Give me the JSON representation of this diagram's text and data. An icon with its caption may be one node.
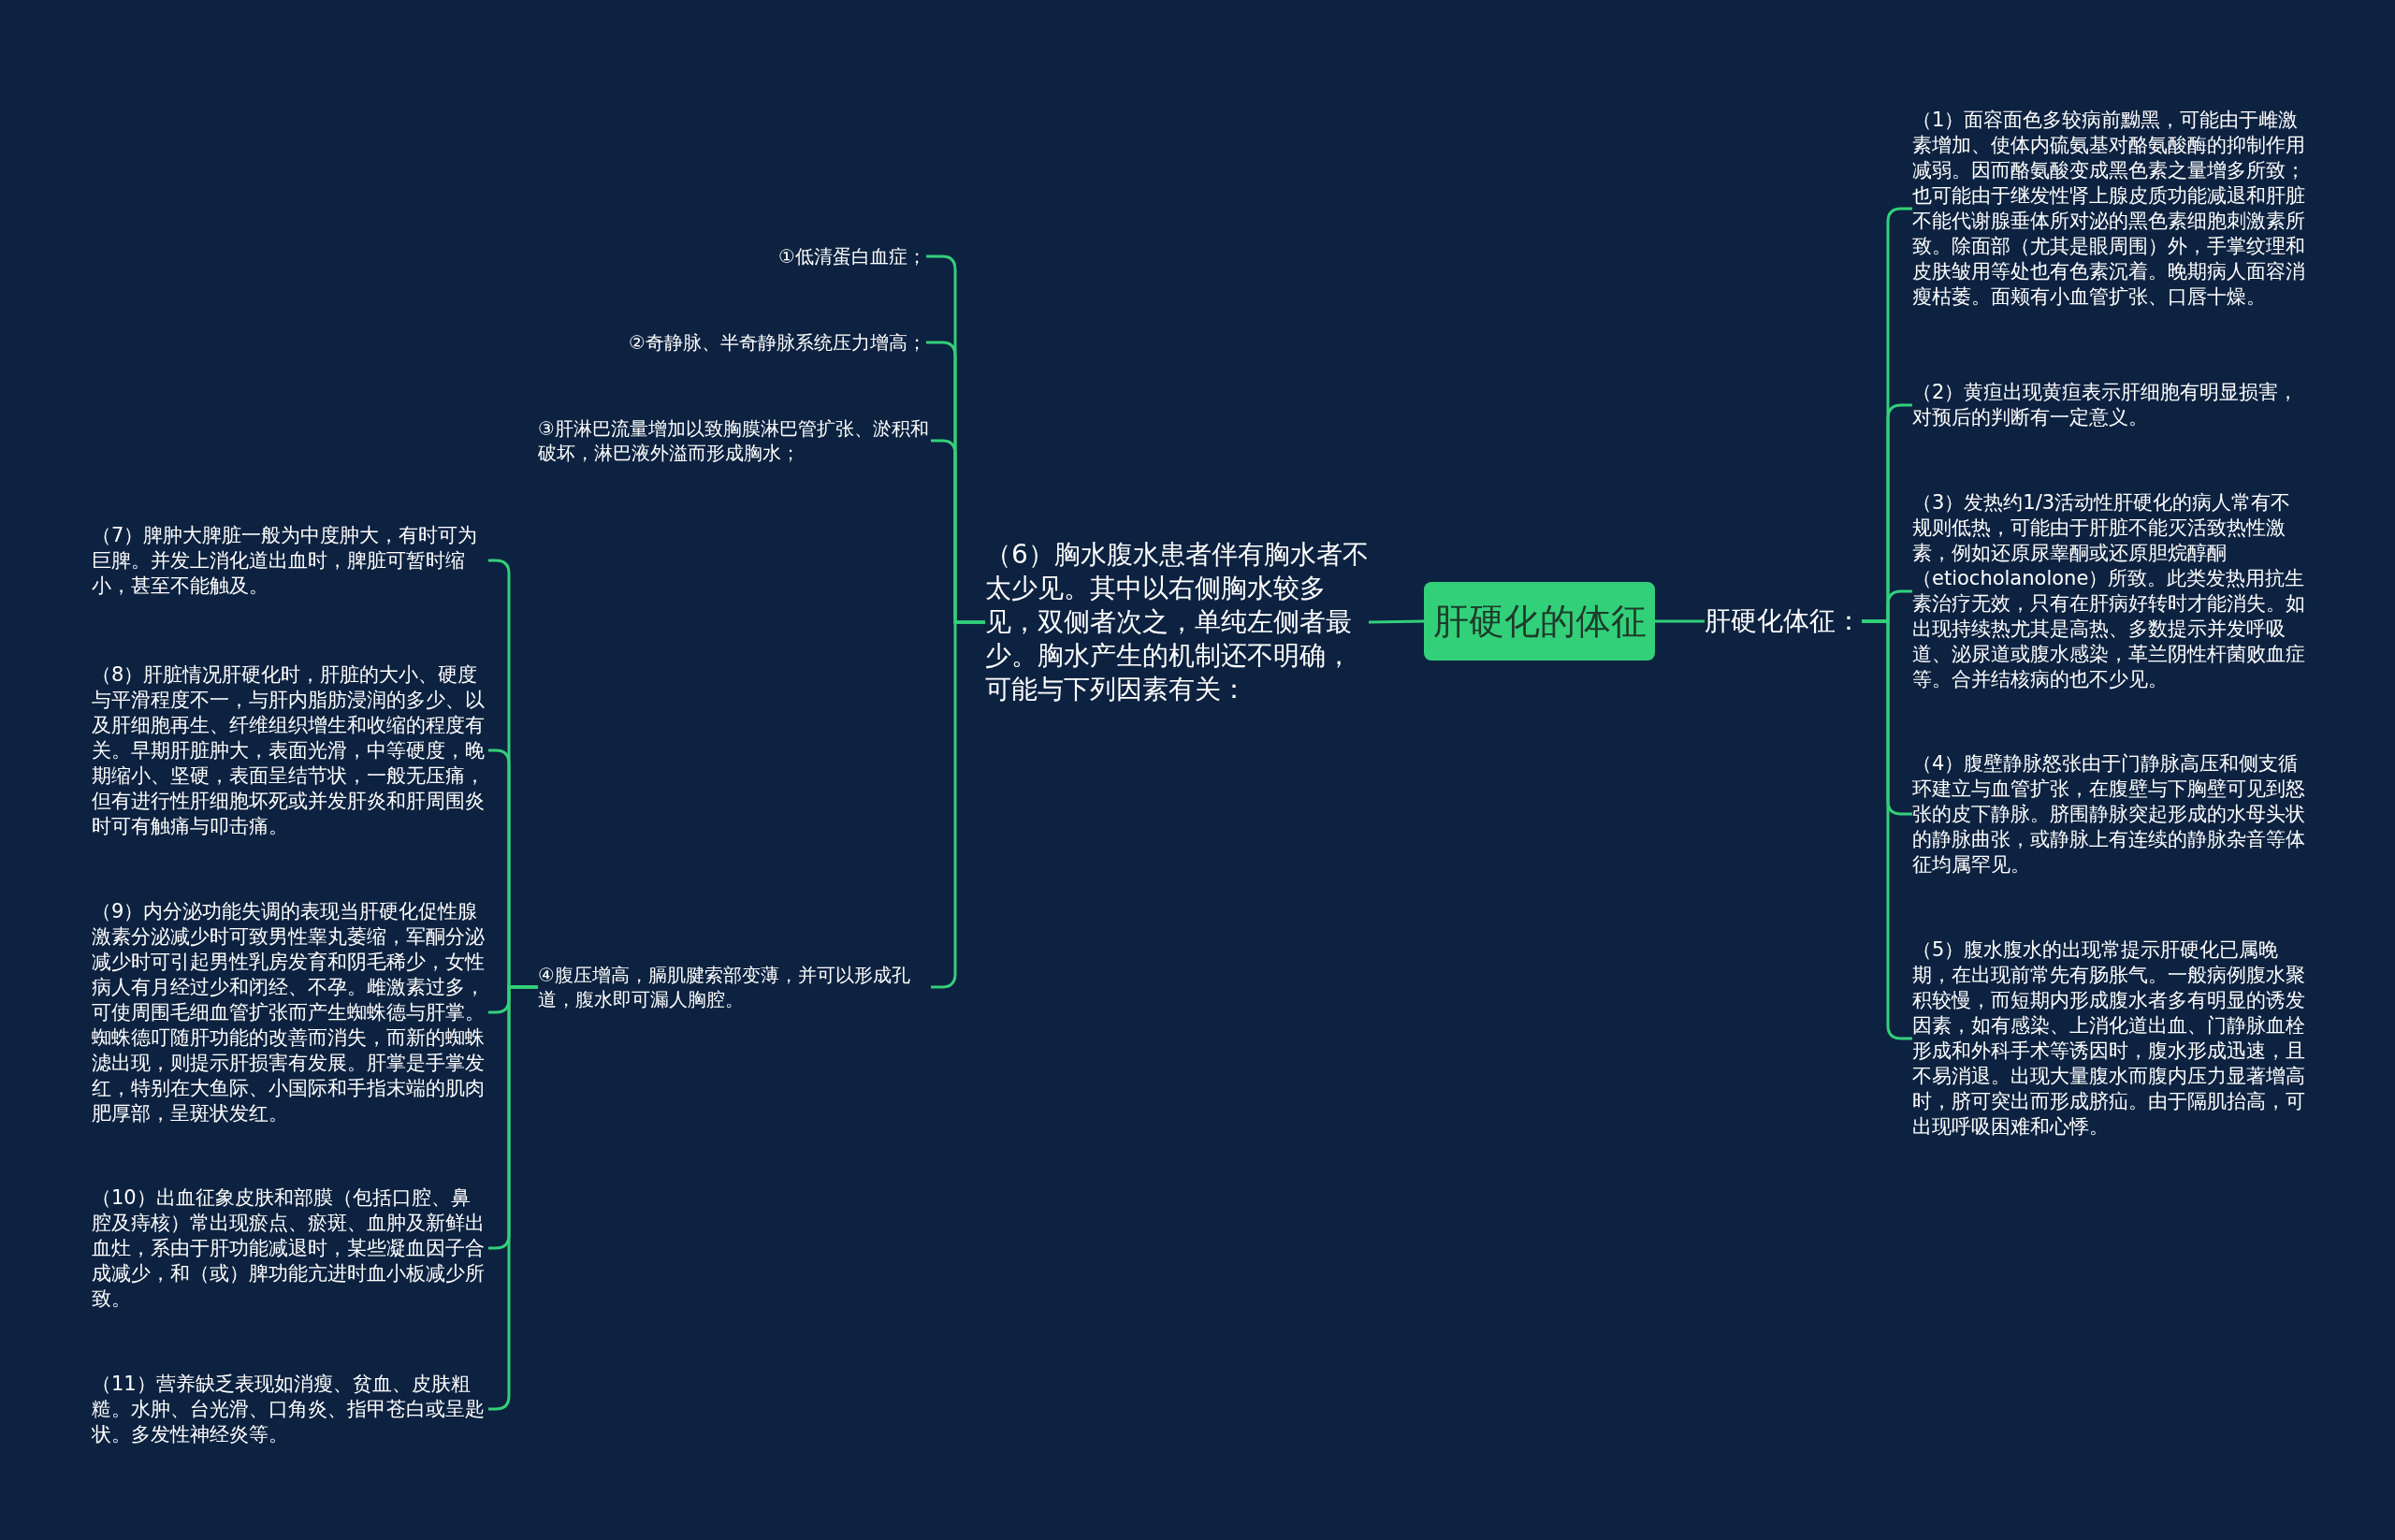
{
  "diagram": {
    "nodes": [
      {
        "text": [
          "肝硬化的体征"
        ]
      },
      {
        "text": [
          "肝硬化体征："
        ]
      },
      {
        "text": [
          "（1）面容面色多较病前黝黑，可能由于雌激素增加、使体内硫氨基对酪氨酸酶的抑制作用减弱。因而酪氨酸变成黑色素之量增多所致；也可能由于继发性肾上腺皮质功能减退和肝脏不能代谢腺垂体所对泌的黑色素细胞刺激素所致。除面部（尤其是眼周围）外，手掌纹理和皮肤皱用等处也有色素沉着。晚期病人面容消瘦枯萎。面颊有小血管扩张、口唇十燥。"
        ]
      },
      {
        "text": [
          "（2）黄疸出现黄疸表示肝细胞有明显损害，对预后的判断有一定意义。"
        ]
      },
      {
        "text": [
          "（3）发热约1/3活动性肝硬化的病人常有不规则低热，可能由于肝脏不能灭活致热性激素，例如还原尿睾酮或还原胆烷醇酮（etiocholanolone）所致。此类发热用抗生素治疗无效，只有在肝病好转时才能消失。如出现持续热尤其是高热、多数提示并发呼吸道、泌尿道或腹水感染，革兰阴性杆菌败血症等。合并结核病的也不少见。"
        ]
      },
      {
        "text": [
          "（4）腹壁静脉怒张由于门静脉高压和侧支循环建立与血管扩张，在腹壁与下胸壁可见到怒张的皮下静脉。脐围静脉突起形成的水母头状的静脉曲张，或静脉上有连续的静脉杂音等体征均属罕见。"
        ]
      },
      {
        "text": [
          "（5）腹水腹水的出现常提示肝硬化已属晚期，在出现前常先有肠胀气。一般病例腹水聚积较慢，而短期内形成腹水者多有明显的诱发因素，如有感染、上消化道出血、门静脉血栓形成和外科手术等诱因时，腹水形成迅速，且不易消退。出现大量腹水而腹内压力显著增高时，脐可突出而形成脐疝。由于隔肌抬高，可出现呼吸困难和心悸。"
        ]
      },
      {
        "text": [
          "（6）胸水腹水患者伴有胸水者不太少见。其中以右侧胸水较多见，双侧者次之，单纯左侧者最少。胸水产生的机制还不明确，可能与下列因素有关："
        ]
      },
      {
        "text": [
          "①低清蛋白血症；"
        ]
      },
      {
        "text": [
          "②奇静脉、半奇静脉系统压力增高；"
        ]
      },
      {
        "text": [
          "③肝淋巴流量增加以致胸膜淋巴管扩张、淤积和破坏，淋巴液外溢而形成胸水；"
        ]
      },
      {
        "text": [
          "④腹压增高，膈肌腱索部变薄，并可以形成孔道，腹水即可漏人胸腔。"
        ]
      },
      {
        "text": [
          "（7）脾肿大脾脏一般为中度肿大，有时可为巨脾。并发上消化道出血时，脾脏可暂时缩小，甚至不能触及。"
        ]
      },
      {
        "text": [
          "（8）肝脏情况肝硬化时，肝脏的大小、硬度与平滑程度不一，与肝内脂肪浸润的多少、以及肝细胞再生、纤维组织增生和收缩的程度有关。早期肝脏肿大，表面光滑，中等硬度，晚期缩小、坚硬，表面呈结节状，一般无压痛，但有进行性肝细胞坏死或并发肝炎和肝周围炎时可有触痛与叩击痛。"
        ]
      },
      {
        "text": [
          "（9）内分泌功能失调的表现当肝硬化促性腺激素分泌减少时可致男性睾丸萎缩，军酮分泌减少时可引起男性乳房发育和阴毛稀少，女性病人有月经过少和闭经、不孕。雌激素过多，可使周围毛细血管扩张而产生蜘蛛德与肝掌。蜘蛛德叮随肝功能的改善而消失，而新的蜘蛛滤出现，则提示肝损害有发展。肝掌是手掌发红，特别在大鱼际、小国际和手指末端的肌肉肥厚部，呈斑状发红。"
        ]
      },
      {
        "text": [
          "（10）出血征象皮肤和部膜（包括口腔、鼻腔及痔核）常出现瘀点、瘀斑、血肿及新鲜出血灶，系由于肝功能减退时，某些凝血因子合成减少，和（或）脾功能亢进时血小板减少所致。"
        ]
      },
      {
        "text": [
          "（11）营养缺乏表现如消瘦、贫血、皮肤粗糙。水肿、台光滑、口角炎、指甲苍白或呈匙状。多发性神经炎等。"
        ]
      }
    ],
    "edges": [
      {
        "from": 0,
        "to": 1,
        "arrow": "none"
      },
      {
        "from": 1,
        "to": 2,
        "arrow": "none"
      },
      {
        "from": 1,
        "to": 3,
        "arrow": "none"
      },
      {
        "from": 1,
        "to": 4,
        "arrow": "none"
      },
      {
        "from": 1,
        "to": 5,
        "arrow": "none"
      },
      {
        "from": 1,
        "to": 6,
        "arrow": "none"
      },
      {
        "from": 0,
        "to": 7,
        "arrow": "none"
      },
      {
        "from": 7,
        "to": 8,
        "arrow": "none"
      },
      {
        "from": 7,
        "to": 9,
        "arrow": "none"
      },
      {
        "from": 7,
        "to": 10,
        "arrow": "none"
      },
      {
        "from": 7,
        "to": 11,
        "arrow": "none"
      },
      {
        "from": 11,
        "to": 12,
        "arrow": "none"
      },
      {
        "from": 11,
        "to": 13,
        "arrow": "none"
      },
      {
        "from": 11,
        "to": 14,
        "arrow": "none"
      },
      {
        "from": 11,
        "to": 15,
        "arrow": "none"
      },
      {
        "from": 11,
        "to": 16,
        "arrow": "none"
      }
    ]
  }
}
